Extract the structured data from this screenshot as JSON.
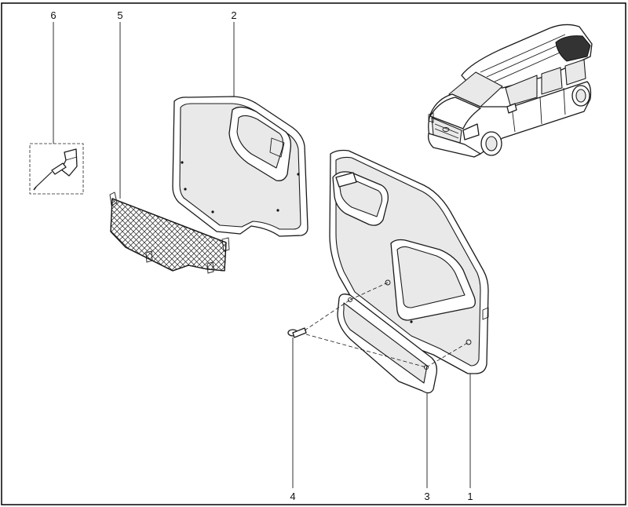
{
  "callouts": [
    {
      "id": "part-1",
      "label": "1"
    },
    {
      "id": "part-2",
      "label": "2"
    },
    {
      "id": "part-3",
      "label": "3"
    },
    {
      "id": "part-4",
      "label": "4"
    },
    {
      "id": "part-5",
      "label": "5"
    },
    {
      "id": "part-6",
      "label": "6"
    }
  ],
  "colors": {
    "line": "#1a1a1a",
    "background": "#ffffff",
    "shade": "#e9e9e9"
  }
}
